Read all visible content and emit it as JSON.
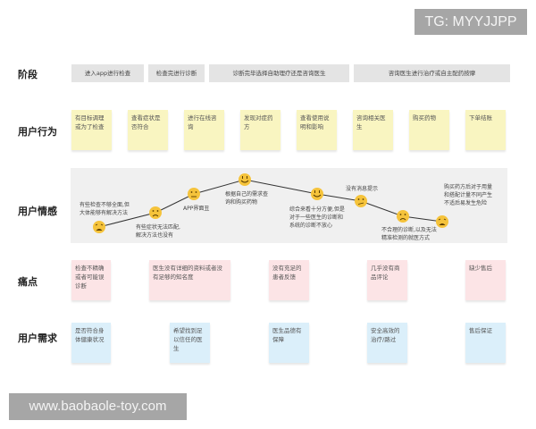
{
  "watermarks": {
    "top": "TG: MYYJJPP",
    "bottom": "www.baobaole-toy.com"
  },
  "rows": {
    "stage": "阶段",
    "behavior": "用户行为",
    "emotion": "用户情感",
    "pain": "痛点",
    "needs": "用户需求"
  },
  "stages": [
    "进入app进行检查",
    "检查完进行诊断",
    "诊断完毕选择自助理疗还是咨询医生",
    "咨询医生进行治疗或自主配药按摩"
  ],
  "behaviors": [
    "有目标调理或为了检查",
    "查看症状是否符合",
    "进行在线咨询",
    "发现对症药方",
    "查看使用说明和影响",
    "咨询相关医生",
    "购买药物",
    "下单结账"
  ],
  "emotions": [
    {
      "face": "crying-face",
      "text_line1": "有些检查不够全面,但",
      "text_line2": "大体能够有解决方法",
      "text_line3": ""
    },
    {
      "face": "sad-face",
      "text_line1": "有些症状无法匹配,",
      "text_line2": "解决方法也没有",
      "text_line3": ""
    },
    {
      "face": "neutral-face",
      "text_line1": "APP界面丑",
      "text_line2": "",
      "text_line3": ""
    },
    {
      "face": "happy-face",
      "text_line1": "根据自己的需求查",
      "text_line2": "询和购买药物",
      "text_line3": ""
    },
    {
      "face": "happy-face",
      "text_line1": "综合来看十分方便,但是",
      "text_line2": "对于一些医生的诊断和",
      "text_line3": "系统的诊断不放心"
    },
    {
      "face": "skeptical-face",
      "text_line1": "没有消息提示",
      "text_line2": "",
      "text_line3": ""
    },
    {
      "face": "sad-face",
      "text_line1": "不合理的诊断,以及无法",
      "text_line2": "精准检测的就医方式",
      "text_line3": ""
    },
    {
      "face": "crying-face",
      "text_line1": "购买药方后对于用量",
      "text_line2": "和搭配计量不同产生",
      "text_line3": "不适后易发生危险"
    }
  ],
  "pain_points": [
    "检查不精确或者可能误诊断",
    "医生没有详细的资料或者没有足够的知名度",
    "没有充足的患者反馈",
    "几乎没有商品评论",
    "缺少售后"
  ],
  "needs": [
    "是否符合身体健康状况",
    "希望找到足以信任的医生",
    "医生品德有保障",
    "安全高效的治疗/路过",
    "售后保证"
  ],
  "colors": {
    "stage_bg": "#e4e4e4",
    "behavior_note": "#f9f5c1",
    "pain_note": "#fce4e6",
    "need_note": "#dbeffa",
    "emotion_panel": "#f0f0f0",
    "face": "#f5c33b",
    "watermark_bg": "#a6a6a6"
  }
}
